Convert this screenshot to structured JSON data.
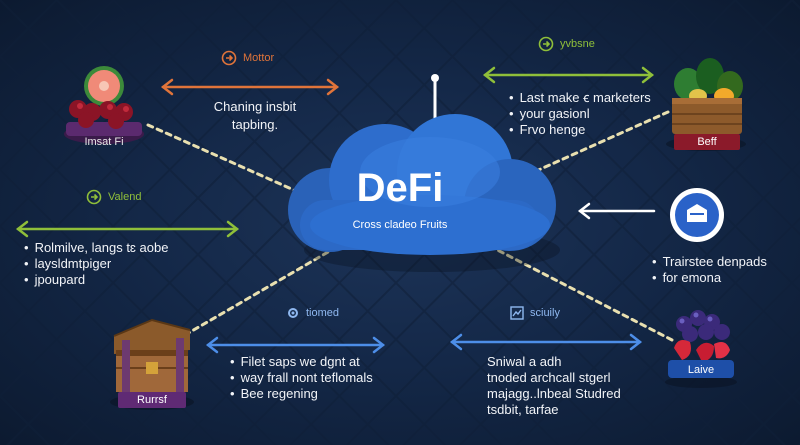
{
  "colors": {
    "background": "#142848",
    "cloud": "#2d6fd0",
    "orange_line": "#e0743a",
    "green_line": "#8fbf3a",
    "white_line": "#ffffff",
    "blue_line": "#4d8ee8",
    "dashed_line": "#e9e0b0"
  },
  "center": {
    "title": "DeFi",
    "subtitle": "Cross cladeo Fruits"
  },
  "top_left": {
    "header_icon": "circle-arrow-icon",
    "header_label": "Mottor",
    "lines": [
      "Chaning insbit",
      "tapbing."
    ]
  },
  "top_right": {
    "header_icon": "circle-arrow-icon",
    "header_label": "yvbsne",
    "bullets": [
      "Last make ꞓ marketers",
      "your gasionl",
      "Frvo henge"
    ]
  },
  "middle_left": {
    "header_icon": "circle-arrow-icon",
    "header_label": "Valend",
    "bullets": [
      "Rolmilve, langs tɛ aobe",
      "laysldmtpiger",
      "jpoupard"
    ]
  },
  "middle_right": {
    "bullets": [
      "Trairstee denpads",
      "for emona"
    ]
  },
  "bottom_left": {
    "header_icon": "gear-icon",
    "header_label": "tiomed",
    "bullets": [
      "Filet saps we dgnt at",
      "way frall nont teflomals",
      "Bee regening"
    ]
  },
  "bottom_right": {
    "header_icon": "chart-icon",
    "header_label": "sciuily",
    "lines": [
      "Sniwal a adh",
      "tnoded archcall stgerl",
      "majagg..lnbeal Studred",
      "tsdbit, tarfae"
    ]
  },
  "nodes": {
    "fruit_top_left": {
      "label": "Imsat Fi",
      "icon": "fruit-bowl-icon"
    },
    "crate_top_right": {
      "label": "Beff",
      "icon": "vegetable-crate-icon"
    },
    "chest_bottom_left": {
      "label": "Rurrsf",
      "icon": "wooden-chest-icon"
    },
    "berries_bottom_right": {
      "label": "Laive",
      "icon": "berry-bowl-icon"
    },
    "badge_right": {
      "icon": "shield-badge-icon"
    }
  }
}
